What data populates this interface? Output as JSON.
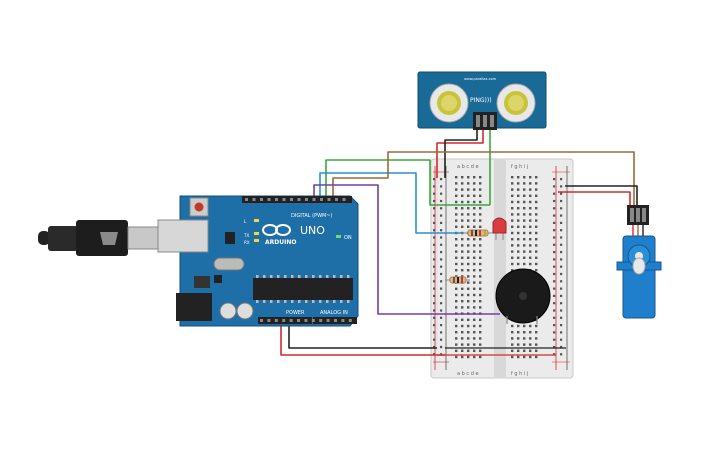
{
  "arduino": {
    "logo": "ARDUINO",
    "model": "UNO",
    "digital_label": "DIGITAL (PWM~)",
    "power_label": "POWER",
    "analog_label": "ANALOG IN",
    "on_label": "ON",
    "tx_label": "TX",
    "rx_label": "RX",
    "l_label": "L"
  },
  "sensor": {
    "label": "PING)))",
    "url": "www.parallax.com"
  },
  "breadboard": {
    "cols_top": "a b c d e",
    "cols_right": "f g h i j",
    "cols_bottom": "a b c d e",
    "cols_bottom_right": "f g h i j"
  },
  "colors": {
    "wire_red": "#d42a2a",
    "wire_black": "#222222",
    "wire_green": "#3aa83a",
    "wire_blue": "#2b8fd0",
    "wire_purple": "#7a3aa8",
    "wire_brown": "#9b6a3a",
    "arduino_blue": "#1e6ea8",
    "sensor_blue": "#1a6a98",
    "servo_blue": "#1f7fcc",
    "breadboard": "#e8e8e8"
  }
}
